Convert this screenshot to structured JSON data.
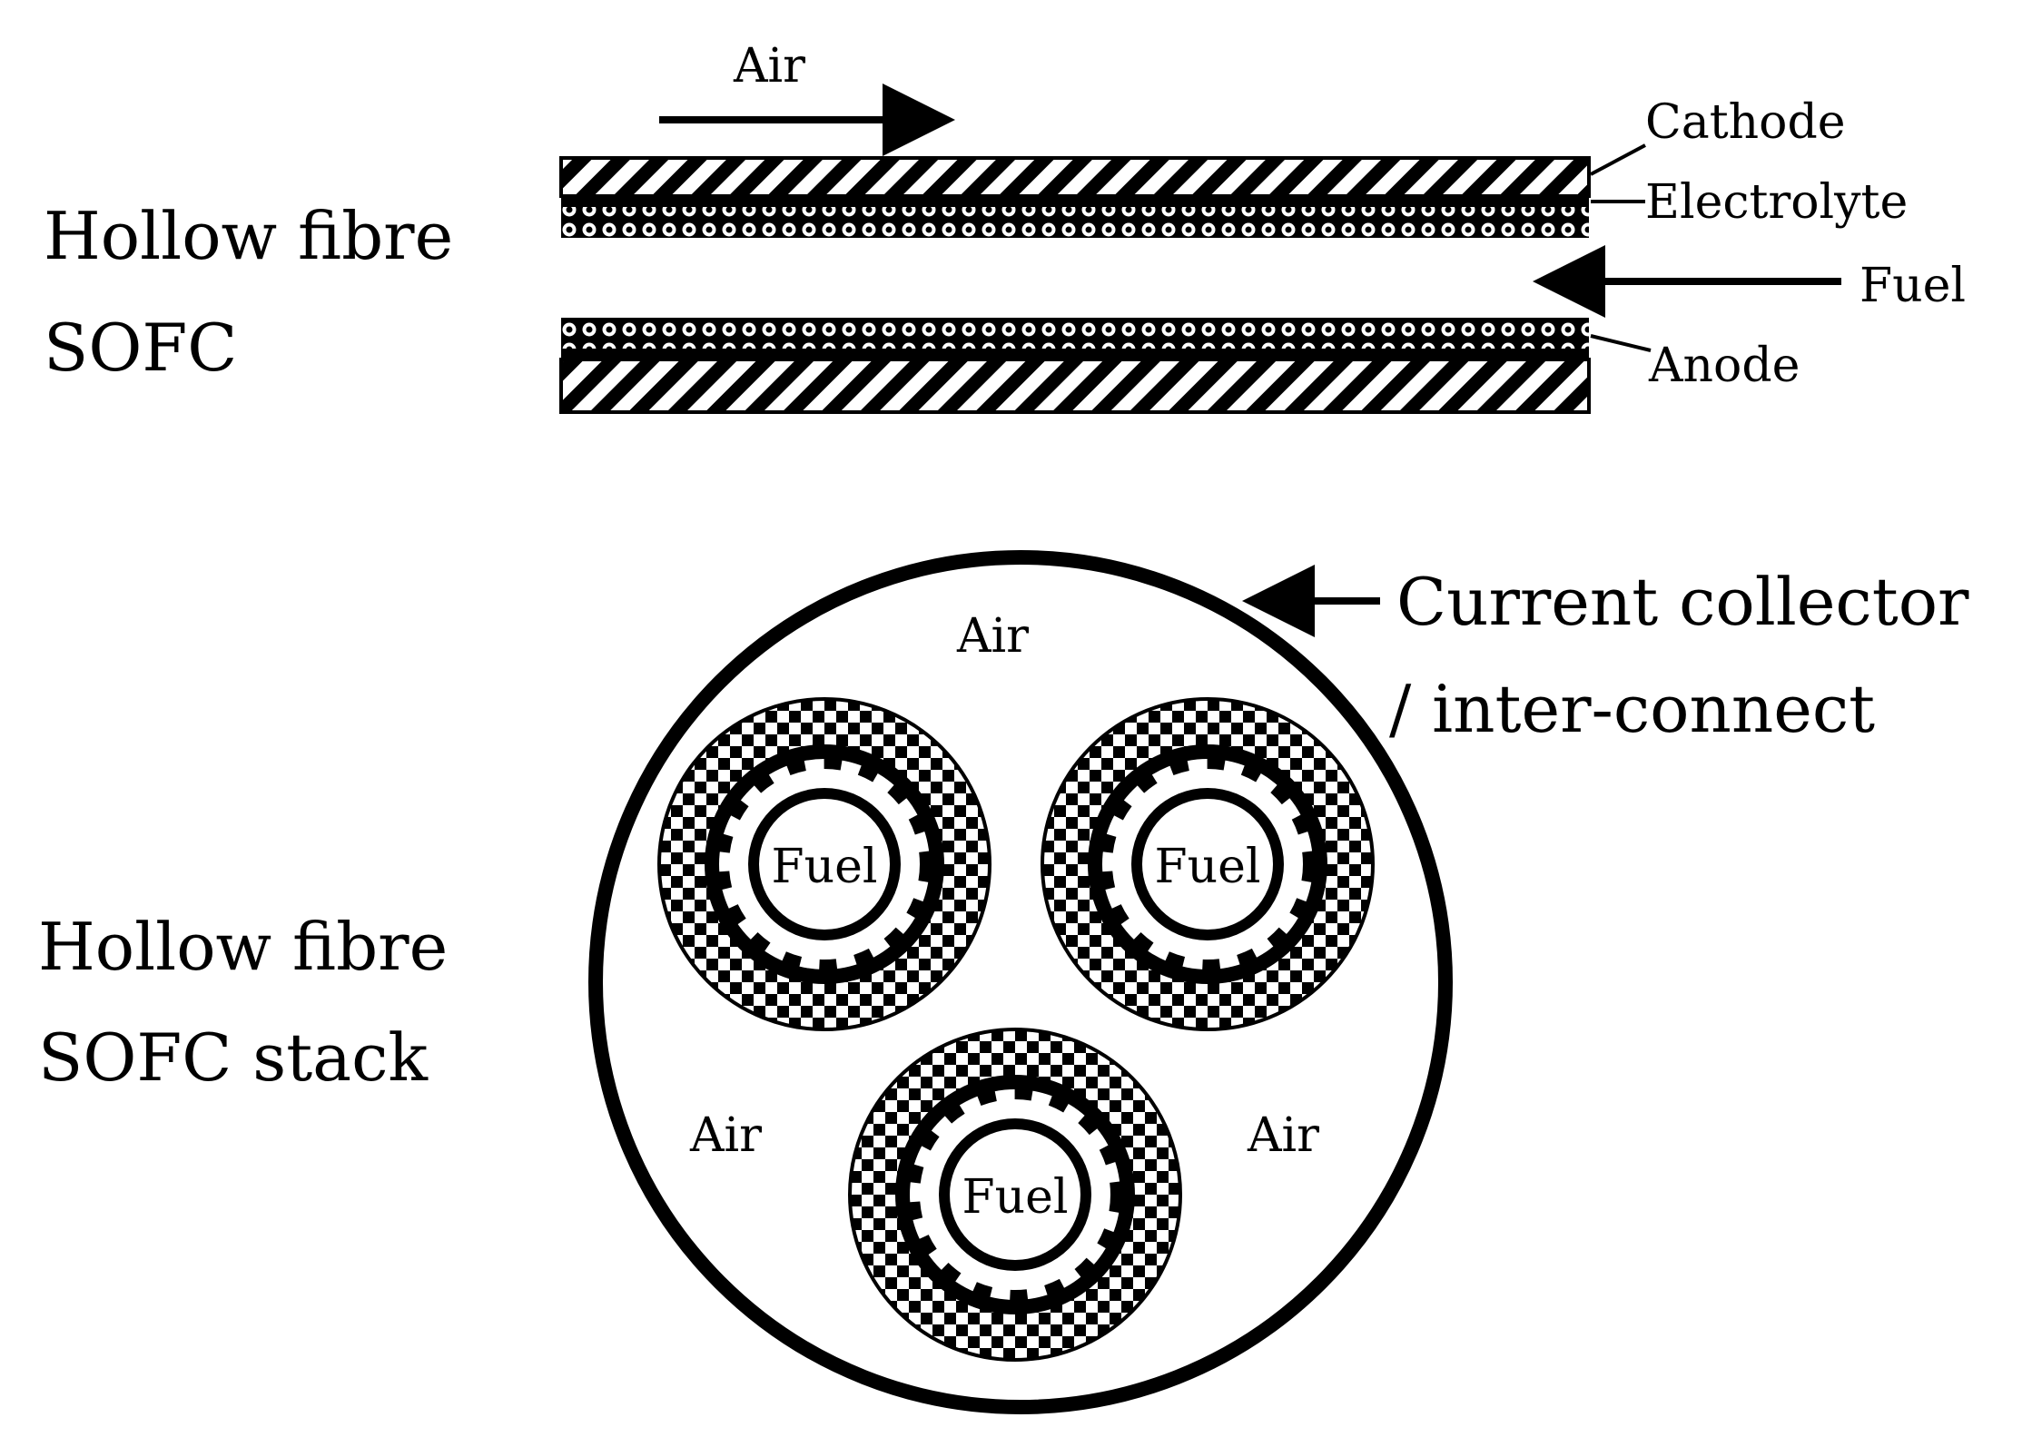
{
  "top_section": {
    "title_line1": "Hollow fibre",
    "title_line2": "SOFC",
    "air_label": "Air",
    "fuel_label": "Fuel",
    "layers": {
      "cathode": "Cathode",
      "electrolyte": "Electrolyte",
      "anode": "Anode"
    }
  },
  "bottom_section": {
    "title_line1": "Hollow fibre",
    "title_line2": "SOFC stack",
    "collector_line1": "Current collector",
    "collector_line2": "/ inter-connect",
    "air_top": "Air",
    "air_left": "Air",
    "air_right": "Air",
    "fuel_left": "Fuel",
    "fuel_right": "Fuel",
    "fuel_bottom": "Fuel"
  }
}
